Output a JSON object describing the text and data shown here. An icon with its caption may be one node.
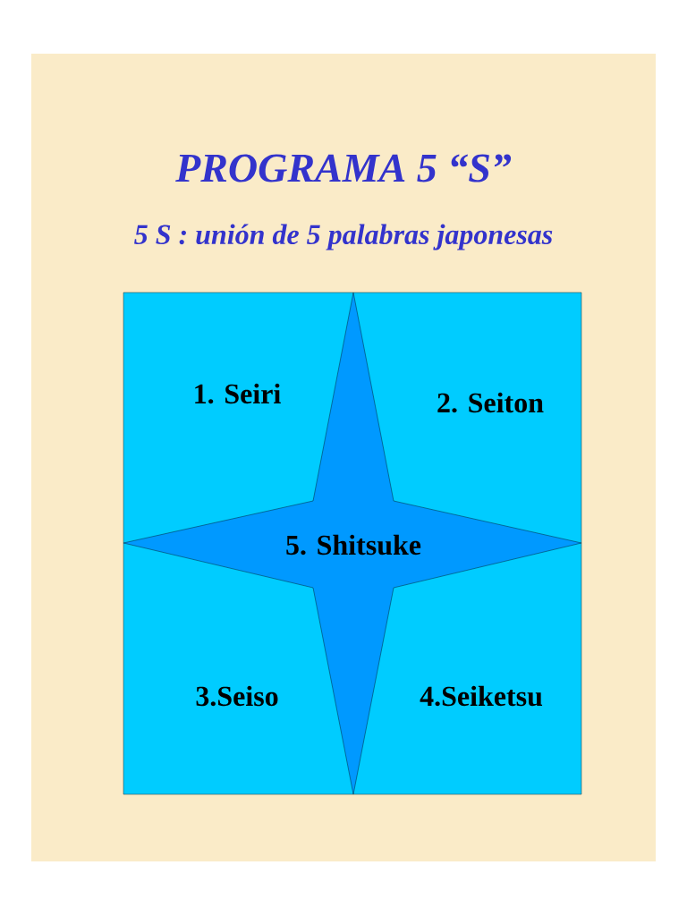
{
  "diagram": {
    "title": "PROGRAMA 5 “S”",
    "caption": "5 S :  unión de 5 palabras japonesas",
    "nodes": [
      {
        "text": [
          "1. Seiri",
          "2. Seiton",
          "3.Seiso",
          "4.Seiketsu"
        ]
      },
      {
        "text": [
          "5. Shitsuke"
        ],
        "in": 0
      }
    ]
  }
}
